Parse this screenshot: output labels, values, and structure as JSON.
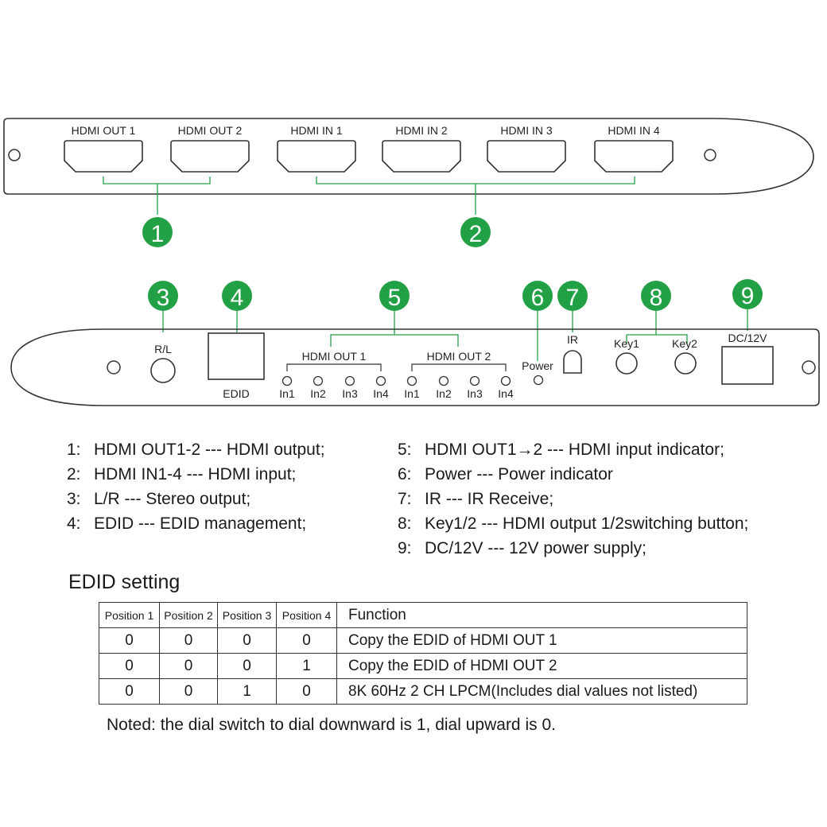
{
  "front_panel": {
    "port_labels": [
      "HDMI OUT 1",
      "HDMI OUT 2",
      "HDMI IN 1",
      "HDMI IN 2",
      "HDMI IN 3",
      "HDMI IN 4"
    ]
  },
  "rear_panel": {
    "rl_label": "R/L",
    "edid_label": "EDID",
    "group_out1": "HDMI OUT 1",
    "group_out2": "HDMI OUT 2",
    "led_labels": [
      "In1",
      "In2",
      "In3",
      "In4",
      "In1",
      "In2",
      "In3",
      "In4"
    ],
    "power_label": "Power",
    "ir_label": "IR",
    "key1_label": "Key1",
    "key2_label": "Key2",
    "dc_label": "DC/12V"
  },
  "callouts": [
    "1",
    "2",
    "3",
    "4",
    "5",
    "6",
    "7",
    "8",
    "9"
  ],
  "accent_color": "#22a046",
  "legend": {
    "left": [
      {
        "num": "1:",
        "text": "HDMI OUT1-2 --- HDMI output;"
      },
      {
        "num": "2:",
        "text": "HDMI IN1-4 --- HDMI input;"
      },
      {
        "num": "3:",
        "text": "L/R --- Stereo output;"
      },
      {
        "num": "4:",
        "text": "EDID --- EDID management;"
      }
    ],
    "right": [
      {
        "num": "5:",
        "text": "HDMI OUT1→2 --- HDMI input indicator;"
      },
      {
        "num": "6:",
        "text": "Power --- Power indicator"
      },
      {
        "num": "7:",
        "text": "IR --- IR Receive;"
      },
      {
        "num": "8:",
        "text": "Key1/2 --- HDMI output 1/2switching button;"
      },
      {
        "num": "9:",
        "text": "DC/12V --- 12V power supply;"
      }
    ]
  },
  "edid": {
    "title": "EDID setting",
    "headers": [
      "Position 1",
      "Position 2",
      "Position 3",
      "Position 4",
      "Function"
    ],
    "rows": [
      [
        "0",
        "0",
        "0",
        "0",
        "Copy the EDID of HDMI OUT 1"
      ],
      [
        "0",
        "0",
        "0",
        "1",
        "Copy the EDID of HDMI OUT 2"
      ],
      [
        "0",
        "0",
        "1",
        "0",
        "8K 60Hz 2 CH LPCM(Includes dial values not listed)"
      ]
    ]
  },
  "note": "Noted: the dial switch to dial downward is 1, dial upward is 0."
}
